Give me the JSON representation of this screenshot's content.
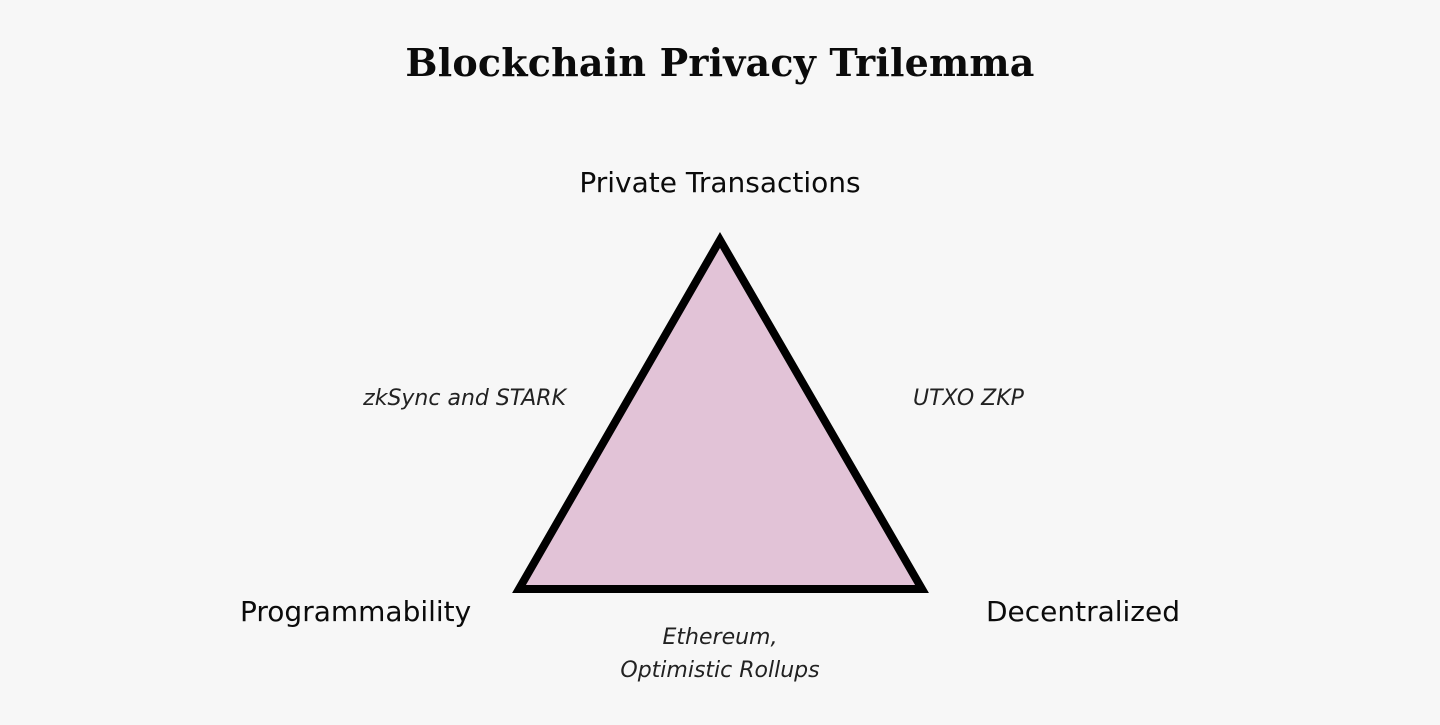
{
  "title": "Blockchain Privacy Trilemma",
  "vertices": {
    "top": "Private Transactions",
    "left": "Programmability",
    "right": "Decentralized"
  },
  "edges": {
    "left": "zkSync and STARK",
    "right": "UTXO ZKP",
    "bottom_line1": "Ethereum,",
    "bottom_line2": "Optimistic Rollups"
  },
  "colors": {
    "triangle_fill": "#e2c3d7",
    "triangle_stroke": "#000000",
    "background": "#f7f7f7"
  }
}
